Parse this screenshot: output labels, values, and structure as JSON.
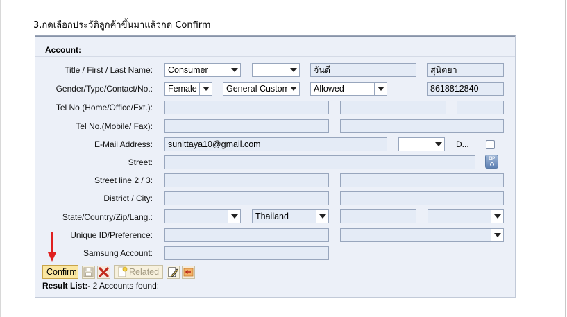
{
  "instruction": "3.กดเลือกประวัติลูกค้าขึ้นมาแล้วกด Confirm",
  "panel": {
    "title": "Account:"
  },
  "rows": {
    "name": {
      "label": "Title / First / Last Name:",
      "title": "Consumer",
      "prefix": "",
      "first_name": "จันดี",
      "last_name": "สุนิตยา"
    },
    "gender": {
      "label": "Gender/Type/Contact/No.:",
      "gender": "Female",
      "type": "General Custom",
      "contact": "Allowed",
      "number": "8618812840"
    },
    "tel_home": {
      "label": "Tel No.(Home/Office/Ext.):",
      "home": "",
      "office": "",
      "ext": ""
    },
    "tel_mobile": {
      "label": "Tel No.(Mobile/ Fax):",
      "mobile": "",
      "fax": ""
    },
    "email": {
      "label": "E-Mail Address:",
      "value": "sunittaya10@gmail.com",
      "type": "",
      "flag_label": "D..."
    },
    "street": {
      "label": "Street:",
      "value": ""
    },
    "street2": {
      "label": "Street line 2 / 3:",
      "line2": "",
      "line3": ""
    },
    "district": {
      "label": "District / City:",
      "district": "",
      "city": ""
    },
    "state": {
      "label": "State/Country/Zip/Lang.:",
      "state": "",
      "country": "Thailand",
      "zip": "",
      "language": ""
    },
    "unique": {
      "label": "Unique ID/Preference:",
      "unique_id": "",
      "preference": ""
    },
    "samsung": {
      "label": "Samsung Account:",
      "value": ""
    }
  },
  "toolbar": {
    "confirm_label": "Confirm",
    "related_label": "Related"
  },
  "result": {
    "label": "Result List:",
    "text": "- 2 Accounts found:"
  },
  "icons": [
    "zip-search-icon",
    "save-icon",
    "delete-icon",
    "related-icon",
    "edit-icon",
    "back-icon",
    "arrow-down-icon"
  ],
  "colors": {
    "panel_bg": "#ecf0f8",
    "field_bg": "#e4ebf6",
    "confirm_bg": "#fbe7a1",
    "arrow": "#e02020"
  }
}
